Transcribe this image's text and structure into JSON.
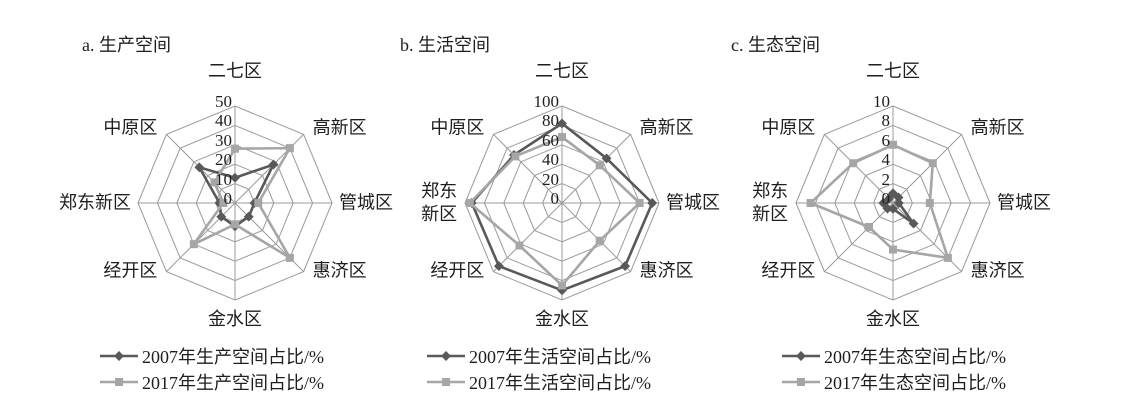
{
  "chart_data": [
    {
      "type": "radar",
      "title": "a. 生产空间",
      "axes": [
        "二七区",
        "高新区",
        "管城区",
        "惠济区",
        "金水区",
        "经开区",
        "郑东新区",
        "中原区"
      ],
      "rlim": [
        0,
        50
      ],
      "ticks": [
        0,
        10,
        20,
        30,
        40,
        50
      ],
      "grid": true,
      "legend": "bottom",
      "series": [
        {
          "name": "2007年生产空间占比/%",
          "values": [
            13,
            28,
            10,
            10,
            12,
            10,
            8,
            26
          ],
          "color": "#595959",
          "marker": "diamond"
        },
        {
          "name": "2017年生产空间占比/%",
          "values": [
            28,
            40,
            12,
            40,
            11,
            30,
            6,
            15
          ],
          "color": "#a6a6a6",
          "marker": "square"
        }
      ]
    },
    {
      "type": "radar",
      "title": "b. 生活空间",
      "axes": [
        "二七区",
        "高新区",
        "管城区",
        "惠济区",
        "金水区",
        "经开区",
        "郑东新区",
        "中原区"
      ],
      "rlim": [
        0,
        100
      ],
      "ticks": [
        0,
        20,
        40,
        60,
        80,
        100
      ],
      "grid": true,
      "legend": "bottom",
      "series": [
        {
          "name": "2007年生活空间占比/%",
          "values": [
            82,
            65,
            93,
            92,
            90,
            92,
            93,
            70
          ],
          "color": "#595959",
          "marker": "diamond"
        },
        {
          "name": "2017年生活空间占比/%",
          "values": [
            68,
            55,
            80,
            55,
            85,
            62,
            95,
            68
          ],
          "color": "#a6a6a6",
          "marker": "square"
        }
      ]
    },
    {
      "type": "radar",
      "title": "c. 生态空间",
      "axes": [
        "二七区",
        "高新区",
        "管城区",
        "惠济区",
        "金水区",
        "经开区",
        "郑东新区",
        "中原区"
      ],
      "rlim": [
        0,
        10
      ],
      "ticks": [
        0,
        2,
        4,
        6,
        8,
        10
      ],
      "grid": true,
      "legend": "bottom",
      "series": [
        {
          "name": "2007年生态空间占比/%",
          "values": [
            1.0,
            0.8,
            0.6,
            3.0,
            0.6,
            0.8,
            1.0,
            0.6
          ],
          "color": "#595959",
          "marker": "diamond"
        },
        {
          "name": "2017年生态空间占比/%",
          "values": [
            6.0,
            5.8,
            3.8,
            8.0,
            4.8,
            3.5,
            8.5,
            5.8
          ],
          "color": "#a6a6a6",
          "marker": "square"
        }
      ]
    }
  ]
}
